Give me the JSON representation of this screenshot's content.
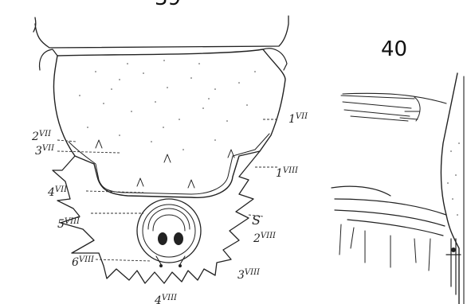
{
  "figures": {
    "fig39_number": "39",
    "fig40_number": "40"
  },
  "labels": {
    "1vii": {
      "num": "1",
      "sup": "VII"
    },
    "2vii": {
      "num": "2",
      "sup": "VII"
    },
    "3vii": {
      "num": "3",
      "sup": "VII"
    },
    "4vii": {
      "num": "4",
      "sup": "VII"
    },
    "5viii": {
      "num": "5",
      "sup": "VIII"
    },
    "6viii": {
      "num": "6",
      "sup": "VIII"
    },
    "1viii": {
      "num": "1",
      "sup": "VIII"
    },
    "2viii": {
      "num": "2",
      "sup": "VIII"
    },
    "3viii": {
      "num": "3",
      "sup": "VIII"
    },
    "4viii": {
      "num": "4",
      "sup": "VIII"
    },
    "s": {
      "num": "S"
    }
  },
  "colors": {
    "ink": "#222222",
    "background": "#ffffff"
  }
}
